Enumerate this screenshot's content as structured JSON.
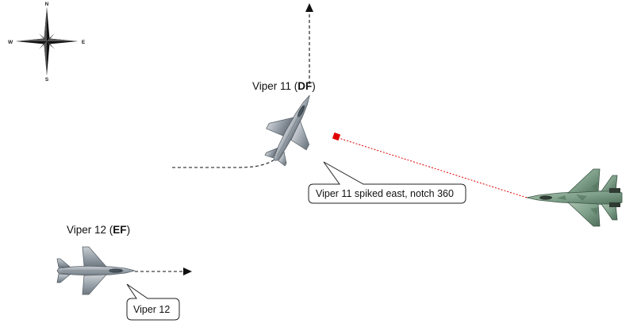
{
  "compass": {
    "north": "N",
    "south": "S",
    "east": "E",
    "west": "W"
  },
  "flights": [
    {
      "callsign": "Viper 11",
      "role": "DF"
    },
    {
      "callsign": "Viper 12",
      "role": "EF"
    }
  ],
  "callouts": {
    "viper11": "Viper 11 spiked east, notch 360",
    "viper12": "Viper 12"
  },
  "colors": {
    "radar_lock": "#e00000",
    "friendly_jet": "#9aa3ab",
    "bandit_camo": "#7fa08a",
    "path": "#111111"
  },
  "icons": {
    "compass": "compass-rose-icon",
    "friendly": "f16-jet-icon",
    "bandit": "mig29-jet-icon"
  }
}
